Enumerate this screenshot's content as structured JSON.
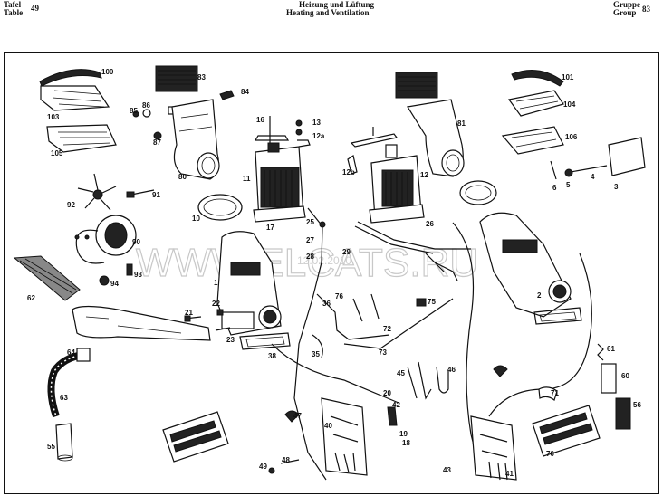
{
  "header": {
    "tafel": "Tafel",
    "table": "Table",
    "number": "49",
    "title_de": "Heizung und Lüftung",
    "title_en": "Heating and Ventilation",
    "gruppe": "Gruppe",
    "group": "Group",
    "group_number": "83"
  },
  "watermark": {
    "main": "WWW.ELCATS.RU",
    "date": "12.02.2010"
  },
  "callouts": [
    "100",
    "83",
    "103",
    "86",
    "85",
    "105",
    "87",
    "84",
    "16",
    "13",
    "12a",
    "11",
    "80",
    "91",
    "92",
    "10",
    "17",
    "25",
    "27",
    "90",
    "28",
    "29",
    "93",
    "94",
    "62",
    "1",
    "21",
    "22",
    "23",
    "38",
    "36",
    "76",
    "75",
    "72",
    "35",
    "73",
    "64",
    "63",
    "55",
    "47",
    "20",
    "40",
    "48",
    "49",
    "19",
    "18",
    "42",
    "45",
    "46",
    "43",
    "41",
    "70",
    "71",
    "61",
    "60",
    "56",
    "2",
    "26",
    "12",
    "12b",
    "81",
    "101",
    "104",
    "106",
    "6",
    "5",
    "4",
    "3"
  ],
  "icons": [
    "heater-box-icon",
    "air-duct-icon",
    "blower-motor-icon",
    "fan-wheel-icon",
    "hose-icon",
    "cable-icon",
    "vent-grille-icon"
  ]
}
